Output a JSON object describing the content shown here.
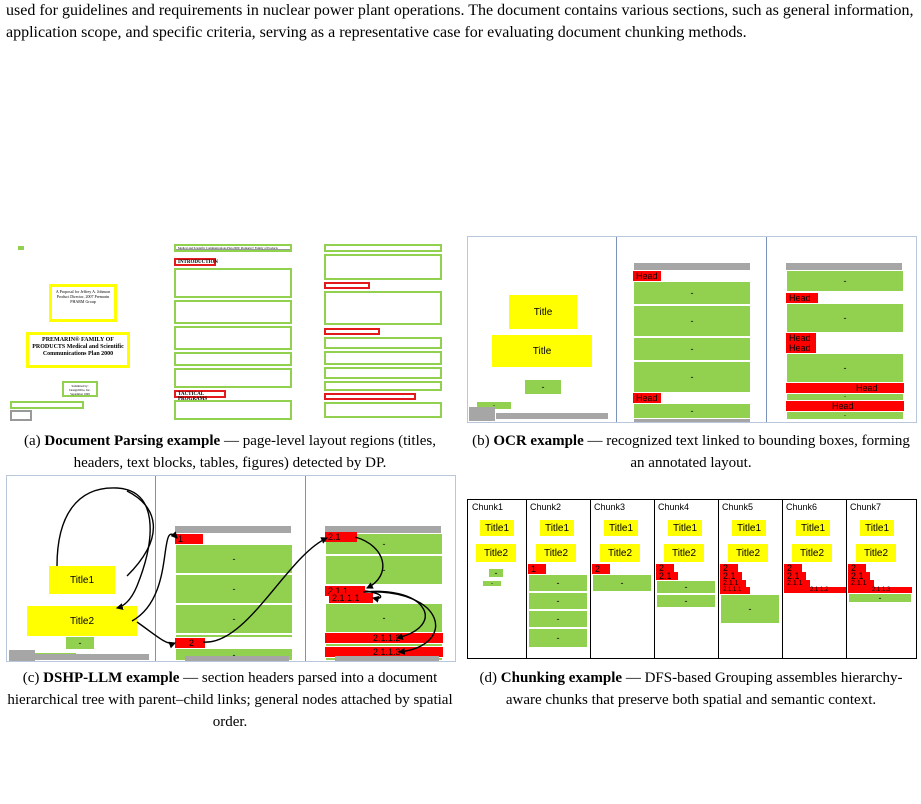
{
  "intro_text": "used for guidelines and requirements in nuclear power plant operations. The document contains various sections, such as general information, application scope, and specific criteria, serving as a representative case for evaluating document chunking methods.",
  "captions": {
    "a": {
      "bold": "Document Parsing example",
      "rest": " — page-level layout regions (titles, headers, text blocks, tables, figures) detected by DP.",
      "prefix": "(a) "
    },
    "b": {
      "bold": "OCR example",
      "rest": " — recognized text linked to bounding boxes, forming an annotated layout.",
      "prefix": "(b) "
    },
    "c": {
      "bold": "DSHP-LLM example",
      "rest": " — section headers parsed into a document hierarchical tree with parent–child links; general nodes attached by spatial order.",
      "prefix": "(c) "
    },
    "d": {
      "bold": "Chunking example",
      "rest": " — DFS-based Grouping assembles hierarchy-aware chunks that preserve both spatial and semantic context.",
      "prefix": "(d) "
    }
  },
  "panel_a": {
    "cover_text": "A Proposal for Jeffrey A. Johnson Product Director, 2007 Premarin PHARM Group",
    "family_title": "PREMARIN® FAMILY OF PRODUCTS Medical and Scientific Communications Plan 2000",
    "submitted": "Submitted by: DesignWrite, Inc. September 1999",
    "intro_head": "INTRODUCTION",
    "tactical_head": "TACTICAL PROGRAMS",
    "page_header": "Medical and Scientific Communications Plan 2000: Premarin® Family of Products"
  },
  "panel_b": {
    "title_label": "Title",
    "dash": "-",
    "head_label": "Head"
  },
  "panel_c": {
    "title1": "Title1",
    "title2": "Title2",
    "dash": "-",
    "h1": "1",
    "h2": "2",
    "h21": "2.1",
    "h211": "2.1.1",
    "h2111": "2.1.1.1",
    "h2112": "2.1.1.2",
    "h2113": "2.1.1.3"
  },
  "panel_d": {
    "chunks": [
      "Chunk1",
      "Chunk2",
      "Chunk3",
      "Chunk4",
      "Chunk5",
      "Chunk6",
      "Chunk7"
    ],
    "title1": "Title1",
    "title2": "Title2",
    "dash": "-",
    "h1": "1",
    "h2": "2",
    "h21": "2.1",
    "h211": "2.1.1",
    "h2111": "2.1.1.1",
    "h2112": "2.1.1.2",
    "h2113": "2.1.1.3"
  },
  "colors": {
    "title": "#ffff00",
    "text_block": "#92d050",
    "header": "#ff0000",
    "other": "#a6a6a6",
    "border": "#7b93b8"
  }
}
